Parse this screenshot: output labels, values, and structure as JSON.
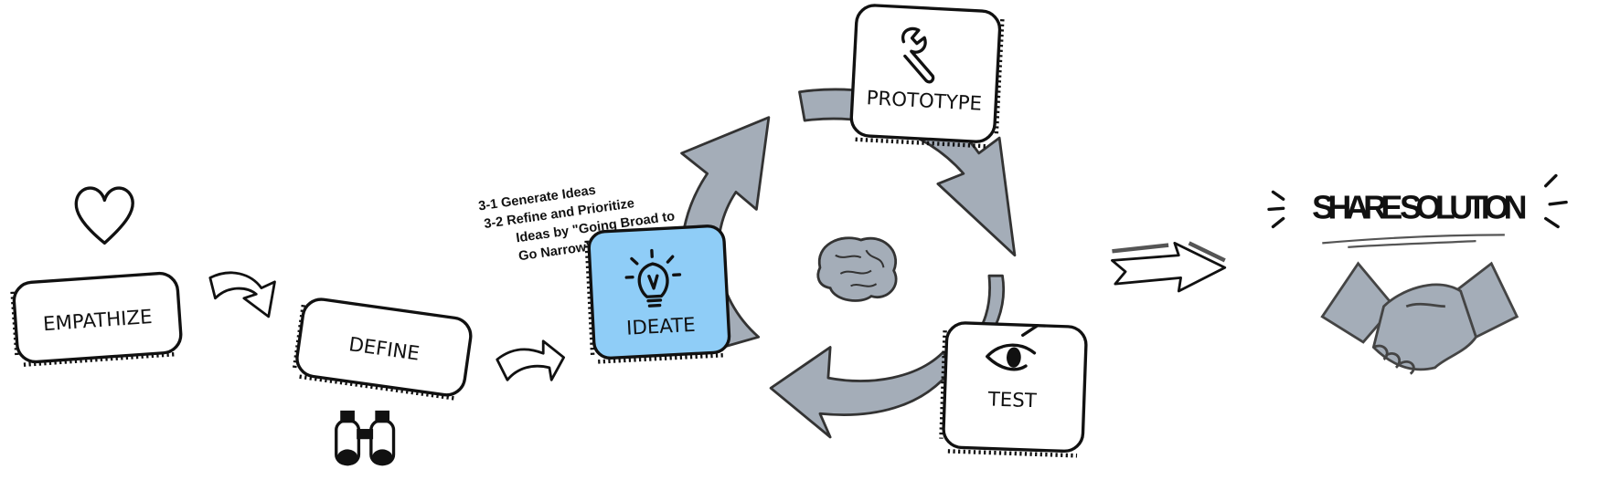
{
  "stages": [
    {
      "label": "EMPATHIZE",
      "icon": "heart-icon"
    },
    {
      "label": "DEFINE",
      "icon": "binoculars-icon"
    },
    {
      "label": "IDEATE",
      "icon": "lightbulb-icon"
    },
    {
      "label": "PROTOTYPE",
      "icon": "wrench-icon"
    },
    {
      "label": "TEST",
      "icon": "eye-icon"
    }
  ],
  "ideate_notes": {
    "line1": "3-1  Generate Ideas",
    "line2": "3-2  Refine and Prioritize",
    "line3": "Ideas by \"Going Broad to",
    "line4": "Go Narrow\""
  },
  "share": {
    "title": "SHARE SOLUTION",
    "icon": "handshake-icon"
  },
  "center_icon": "brain-icon",
  "colors": {
    "ideate_fill": "#8fcdf7",
    "arrow_gray": "#a4adb8",
    "ink": "#111111"
  }
}
